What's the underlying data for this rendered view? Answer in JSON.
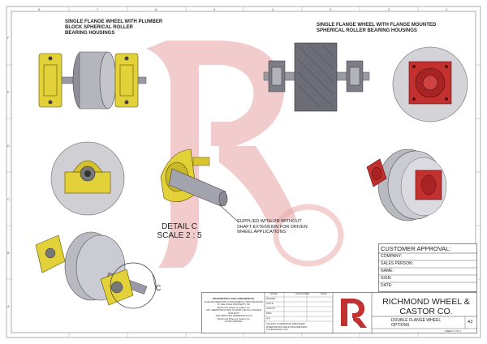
{
  "titles": {
    "left": [
      "SINGLE FLANGE WHEEL WITH PLUMBER",
      "BLOCK SPHERICAL ROLLER",
      "BEARING HOUSINGS"
    ],
    "right": [
      "SINGLE FLANGE WHEEL WITH FLANGE MOUNTED",
      "SPHERICAL ROLLER BEARING HOUSINGS"
    ]
  },
  "detail": {
    "title": "DETAIL C",
    "scale": "SCALE 2 : 5",
    "callout": "C",
    "note": [
      "SUPPLIED WITH OR WITHOUT",
      "SHAFT EXTENSION FOR DRIVEN",
      "WHEEL APPLICATIONS"
    ]
  },
  "frame": {
    "columns": [
      "8",
      "7",
      "6",
      "5",
      "4",
      "3",
      "2",
      "1"
    ],
    "rows": [
      "F",
      "E",
      "D",
      "C",
      "B",
      "A"
    ]
  },
  "approval": {
    "title": "CUSTOMER APPROVAL:",
    "fields": [
      "COMPANY:",
      "SALES PERSON:",
      "NAME:",
      "SIGN:",
      "DATE:"
    ]
  },
  "title_block": {
    "company": [
      "RICHMOND WHEEL &",
      "CASTOR CO."
    ],
    "drawing_title": [
      "DOUBLE FLANGE WHEEL",
      "OPTIONS"
    ],
    "size": "A3",
    "confidential": [
      "PROPRIETARY AND CONFIDENTIAL",
      "THE INFORMATION CONTAINED IN THIS DRAWING",
      "IS THE SOLE PROPERTY OF",
      "Richmond Wheel & Castor Co.",
      "ANY REPRODUCTION IN PART OR AS A WHOLE WITHOUT",
      "THE WRITTEN PERMISSION OF",
      "Richmond Wheel & Castor Co.",
      "IS PROHIBITED."
    ],
    "tolerance": [
      "UNLESS OTHERWISE SPECIFIED:",
      "DIMENSIONS ARE IN MILLIMETERS",
      "TOLERANCES ±0.5"
    ],
    "table_headers": [
      "NAME",
      "SIGNATURE",
      "DATE"
    ],
    "table_rows": [
      "DRAWN",
      "CHK'D",
      "APPV'D",
      "MFG",
      "Q.A"
    ],
    "sheet": "SHEET 1 OF 1"
  }
}
